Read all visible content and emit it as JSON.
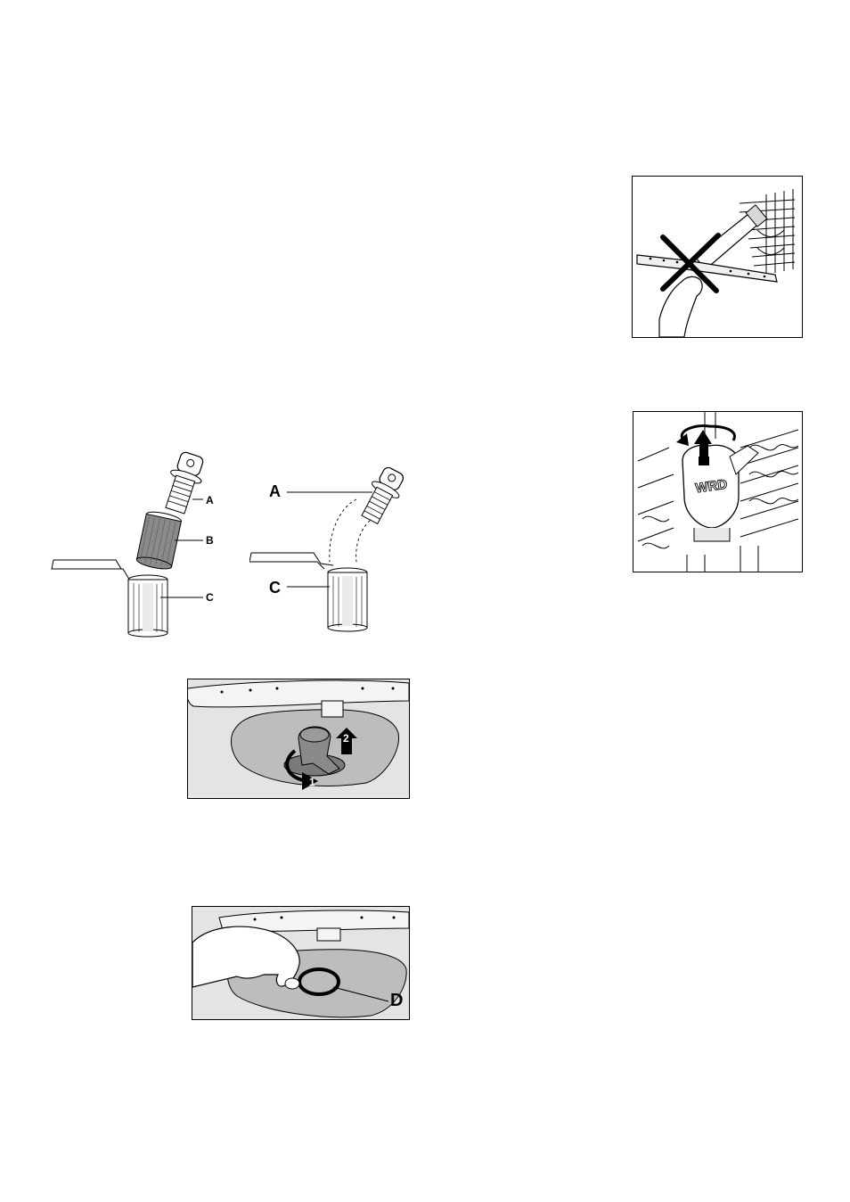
{
  "figures": {
    "spray_arm_warning": {},
    "filter_exploded": {
      "label_a": "A",
      "label_b": "B",
      "label_c": "C"
    },
    "filter_assembled": {
      "label_a": "A",
      "label_c": "C"
    },
    "filter_removal": {
      "step_1": "1",
      "step_2": "2"
    },
    "sump_seal": {
      "label_d": "D"
    },
    "upper_arm_nut": {
      "brand": "WRD"
    }
  },
  "colors": {
    "ink": "#000000",
    "panel_grey": "#e4e4e4",
    "filter_grey": "#8a8a8a"
  }
}
